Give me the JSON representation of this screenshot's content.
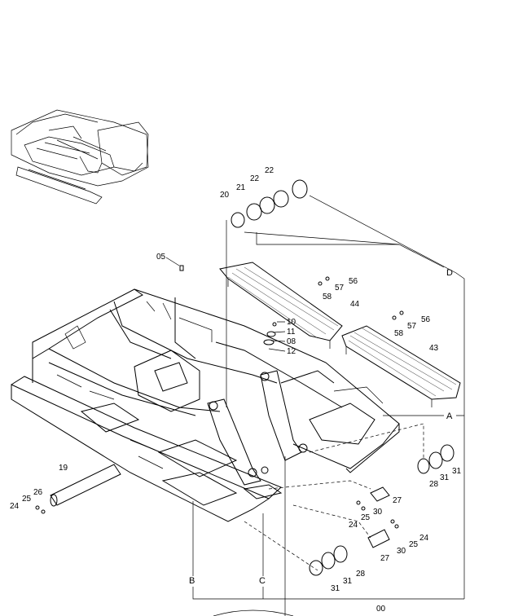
{
  "diagram": {
    "callouts": [
      {
        "id": "c-20",
        "text": "20"
      },
      {
        "id": "c-21",
        "text": "21"
      },
      {
        "id": "c-22a",
        "text": "22"
      },
      {
        "id": "c-22b",
        "text": "22"
      },
      {
        "id": "c-05",
        "text": "05"
      },
      {
        "id": "c-56a",
        "text": "56"
      },
      {
        "id": "c-57a",
        "text": "57"
      },
      {
        "id": "c-58a",
        "text": "58"
      },
      {
        "id": "c-44",
        "text": "44"
      },
      {
        "id": "c-10",
        "text": "10"
      },
      {
        "id": "c-11",
        "text": "11"
      },
      {
        "id": "c-08",
        "text": "08"
      },
      {
        "id": "c-12",
        "text": "12"
      },
      {
        "id": "c-56b",
        "text": "56"
      },
      {
        "id": "c-57b",
        "text": "57"
      },
      {
        "id": "c-58b",
        "text": "58"
      },
      {
        "id": "c-43",
        "text": "43"
      },
      {
        "id": "c-19",
        "text": "19"
      },
      {
        "id": "c-25a",
        "text": "25"
      },
      {
        "id": "c-26",
        "text": "26"
      },
      {
        "id": "c-24a",
        "text": "24"
      },
      {
        "id": "c-27a",
        "text": "27"
      },
      {
        "id": "c-24b",
        "text": "24"
      },
      {
        "id": "c-25b",
        "text": "25"
      },
      {
        "id": "c-30a",
        "text": "30"
      },
      {
        "id": "c-28a",
        "text": "28"
      },
      {
        "id": "c-31a",
        "text": "31"
      },
      {
        "id": "c-31b",
        "text": "31"
      },
      {
        "id": "c-24c",
        "text": "24"
      },
      {
        "id": "c-25c",
        "text": "25"
      },
      {
        "id": "c-30b",
        "text": "30"
      },
      {
        "id": "c-27b",
        "text": "27"
      },
      {
        "id": "c-28b",
        "text": "28"
      },
      {
        "id": "c-31c",
        "text": "31"
      },
      {
        "id": "c-31d",
        "text": "31"
      },
      {
        "id": "c-00",
        "text": "00"
      }
    ],
    "reference_letters": [
      {
        "id": "ref-A",
        "text": "A"
      },
      {
        "id": "ref-B",
        "text": "B"
      },
      {
        "id": "ref-C",
        "text": "C"
      },
      {
        "id": "ref-D",
        "text": "D"
      }
    ]
  }
}
